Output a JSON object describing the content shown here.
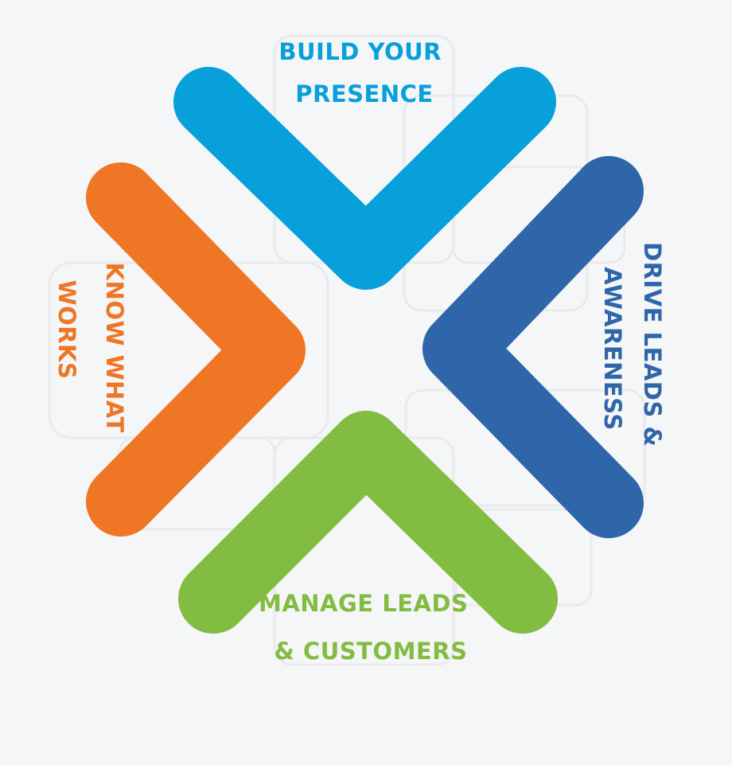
{
  "diagram": {
    "segments": [
      {
        "id": "build",
        "color": "#07a0da",
        "lines": [
          "BUILD YOUR",
          "PRESENCE"
        ]
      },
      {
        "id": "drive",
        "color": "#2f66a9",
        "lines": [
          "DRIVE LEADS &",
          "AWARENESS"
        ]
      },
      {
        "id": "manage",
        "color": "#82bc41",
        "lines": [
          "MANAGE LEADS",
          "& CUSTOMERS"
        ]
      },
      {
        "id": "know",
        "color": "#ee7625",
        "lines": [
          "KNOW WHAT",
          "WORKS"
        ]
      }
    ]
  }
}
